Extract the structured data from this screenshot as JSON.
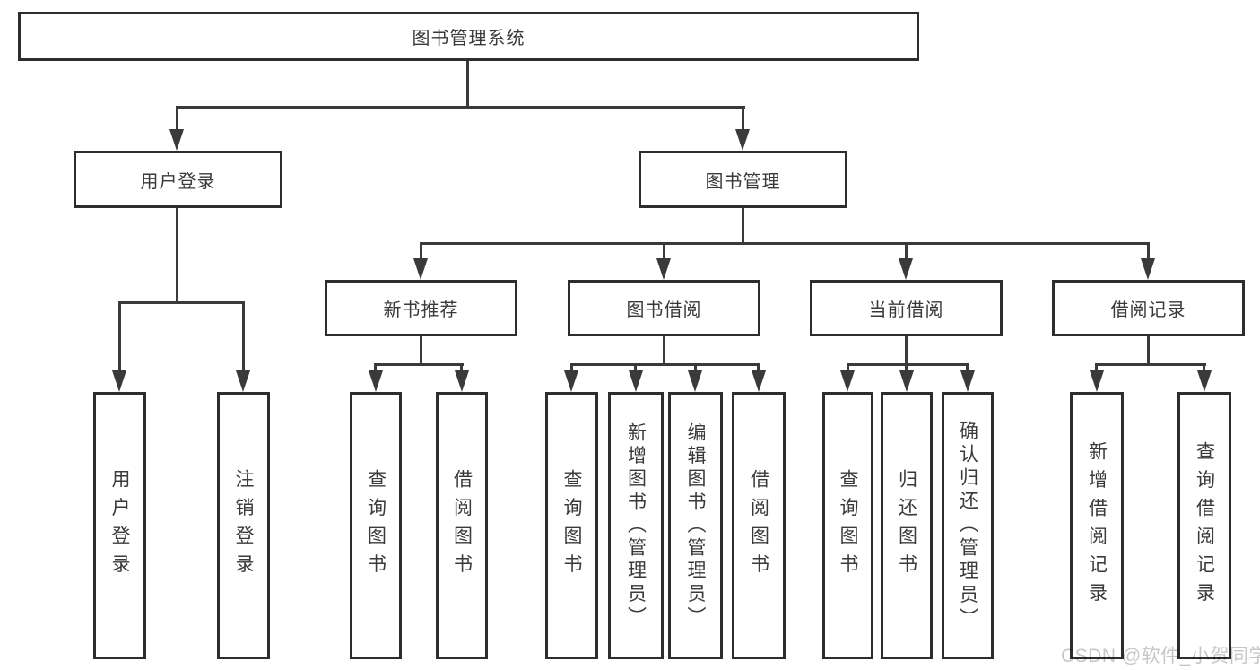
{
  "diagram": {
    "root": {
      "label": "图书管理系统"
    },
    "branches": {
      "user_login": {
        "label": "用户登录"
      },
      "book_mgmt": {
        "label": "图书管理"
      }
    },
    "modules": {
      "new_book_rec": {
        "label": "新书推荐"
      },
      "book_borrowing": {
        "label": "图书借阅"
      },
      "current_borrowing": {
        "label": "当前借阅"
      },
      "borrow_records": {
        "label": "借阅记录"
      }
    },
    "leaves": {
      "user_login": [
        "用户登录",
        "注销登录"
      ],
      "new_book_rec": [
        "查询图书",
        "借阅图书"
      ],
      "book_borrowing": [
        "查询图书",
        "新增图书（管理员）",
        "编辑图书（管理员）",
        "借阅图书"
      ],
      "current_borrowing": [
        "查询图书",
        "归还图书",
        "确认归还（管理员）"
      ],
      "borrow_records": [
        "新增借阅记录",
        "查询借阅记录"
      ]
    }
  },
  "watermark": {
    "text": "CSDN @软件_小贺同学"
  },
  "colors": {
    "line": "#3a3a3a",
    "box_border": "#2d2d2d",
    "text": "#3a3a3a",
    "watermark": "#c9c6c8",
    "background": "#ffffff"
  }
}
